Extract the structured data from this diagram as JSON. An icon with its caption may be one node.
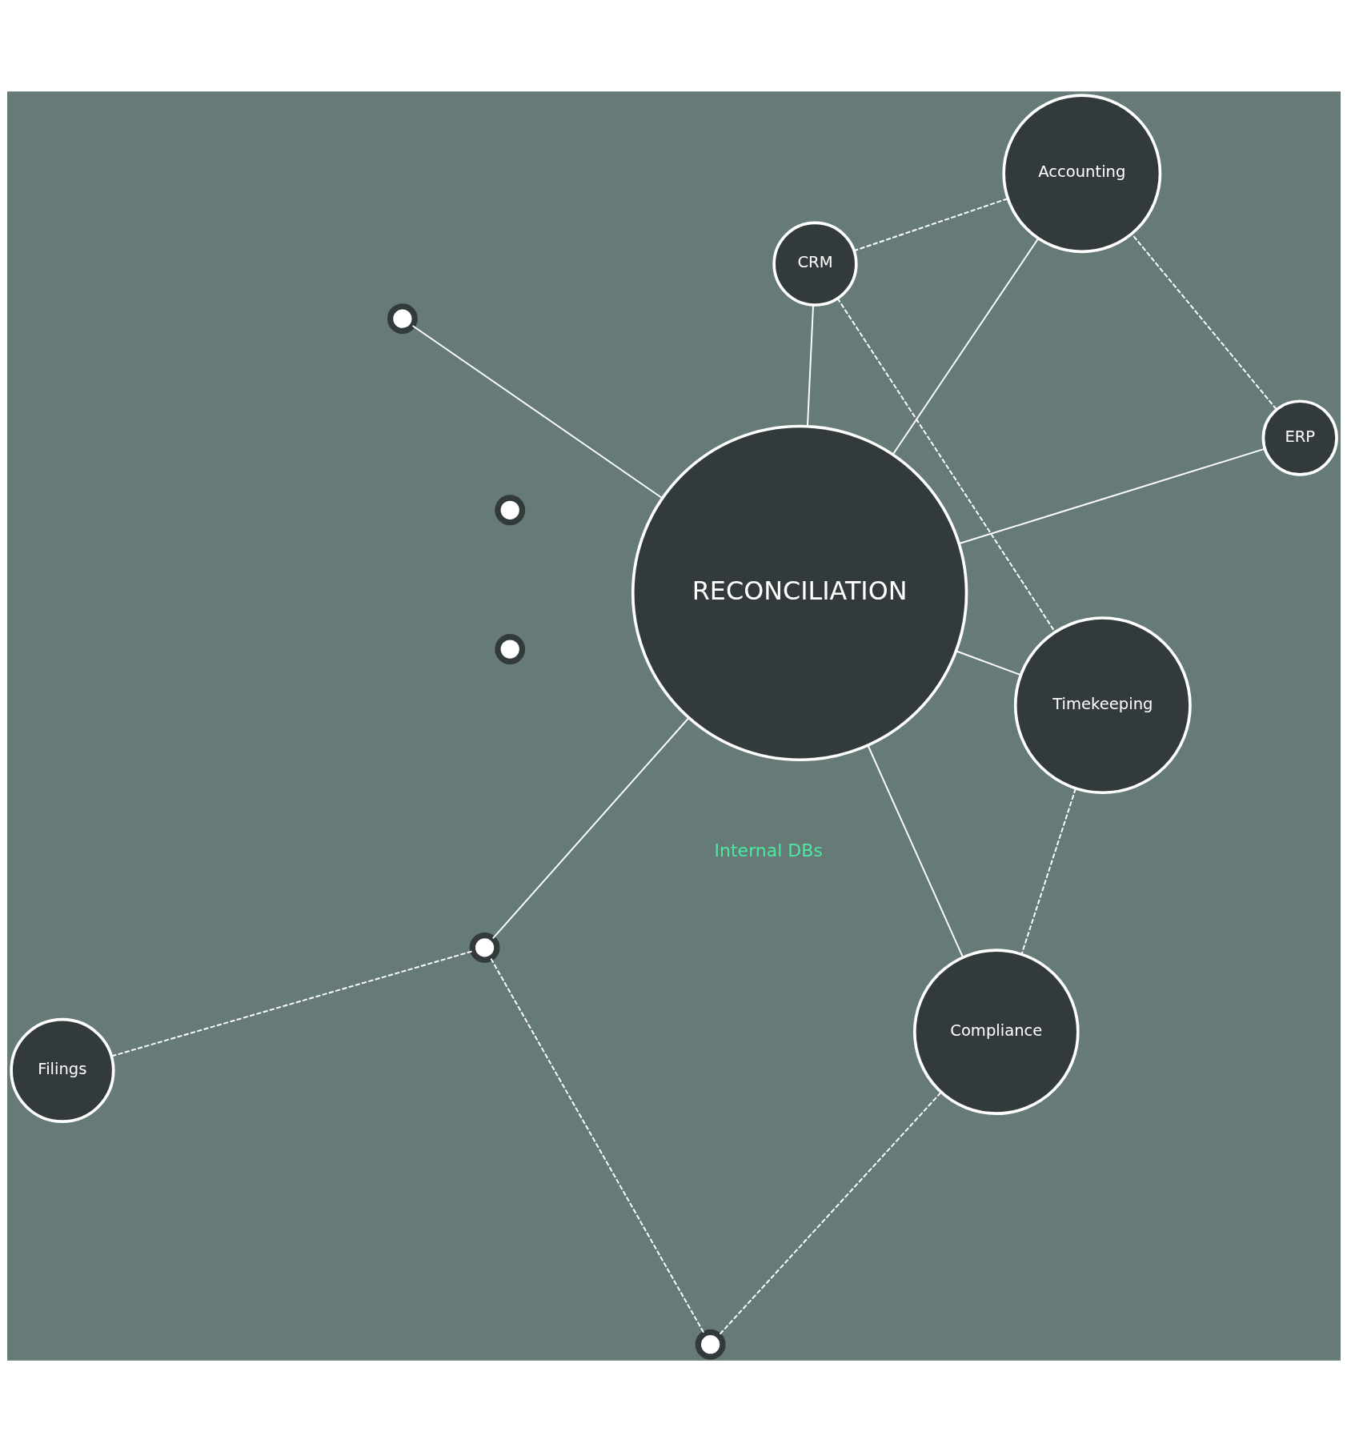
{
  "diagram": {
    "nodes": [
      {
        "text": [
          "RECONCILIATION"
        ]
      },
      {
        "text": [
          "ERP"
        ]
      },
      {
        "text": [
          "Accounting"
        ]
      },
      {
        "text": [
          "CRM"
        ]
      },
      {
        "text": [],
        "shape": "circle"
      },
      {
        "text": [],
        "shape": "circle"
      },
      {
        "text": [],
        "shape": "circle"
      },
      {
        "text": [
          "Timekeeping"
        ]
      },
      {
        "text": [
          "Filings"
        ]
      },
      {
        "text": [
          "Compliance"
        ]
      },
      {
        "text": [],
        "shape": "circle"
      },
      {
        "text": [],
        "shape": "circle"
      }
    ],
    "edges": [
      {
        "from": 0,
        "to": 1,
        "arrow": "none"
      },
      {
        "from": 0,
        "to": 2,
        "arrow": "none"
      },
      {
        "from": 0,
        "to": 3,
        "arrow": "none"
      },
      {
        "from": 0,
        "to": 4,
        "arrow": "none"
      },
      {
        "from": 0,
        "to": 7,
        "arrow": "none"
      },
      {
        "from": 0,
        "to": 9,
        "arrow": "none"
      },
      {
        "from": 0,
        "to": 10,
        "arrow": "none"
      },
      {
        "from": 1,
        "to": 2,
        "arrow": "none",
        "style": "dashed"
      },
      {
        "from": 2,
        "to": 3,
        "arrow": "none",
        "style": "dashed"
      },
      {
        "from": 3,
        "to": 7,
        "arrow": "none",
        "style": "dashed"
      },
      {
        "from": 7,
        "to": 9,
        "arrow": "none",
        "style": "dashed"
      },
      {
        "from": 9,
        "to": 11,
        "arrow": "none",
        "style": "dashed"
      },
      {
        "from": 8,
        "to": 10,
        "arrow": "none",
        "style": "dashed"
      },
      {
        "from": 10,
        "to": 11,
        "arrow": "none",
        "style": "dashed"
      }
    ],
    "labels": [
      "Internal DBs"
    ]
  }
}
